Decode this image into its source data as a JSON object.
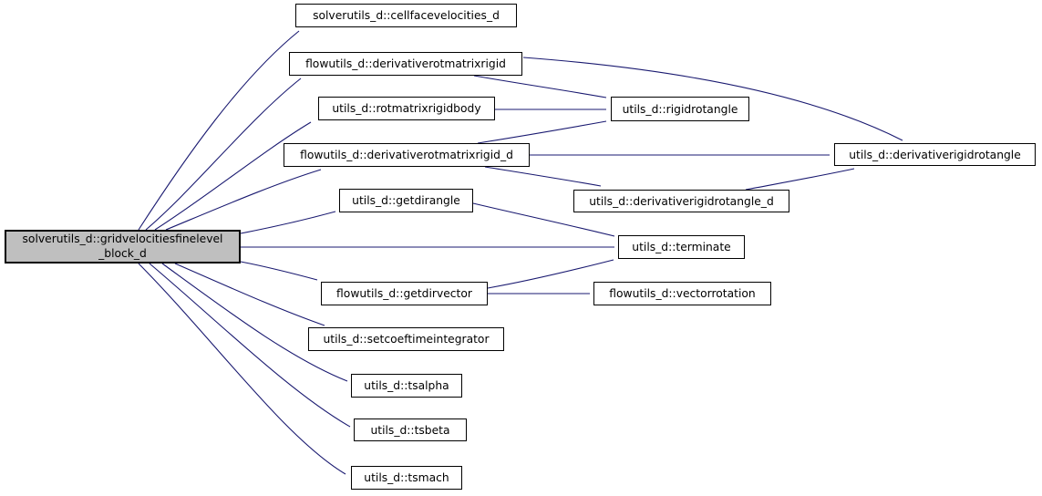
{
  "diagram": {
    "type": "call-graph",
    "colors": {
      "edge": "#191970",
      "node_border": "#000000",
      "node_fill": "#ffffff",
      "focus_node_fill": "#bfbfbf",
      "text": "#000000",
      "background": "#ffffff"
    },
    "nodes": {
      "main": {
        "label": "solverutils_d::gridvelocitiesfinelevel_block_d",
        "label_lines": [
          "solverutils_d::gridvelocitiesfinelevel",
          "_block_d"
        ],
        "highlighted": true
      },
      "cellfacevelocities_d": {
        "label": "solverutils_d::cellfacevelocities_d"
      },
      "derivativerotmatrixrigid": {
        "label": "flowutils_d::derivativerotmatrixrigid"
      },
      "rotmatrixrigidbody": {
        "label": "utils_d::rotmatrixrigidbody"
      },
      "derivativerotmatrixrigid_d": {
        "label": "flowutils_d::derivativerotmatrixrigid_d"
      },
      "getdirangle": {
        "label": "utils_d::getdirangle"
      },
      "terminate": {
        "label": "utils_d::terminate"
      },
      "getdirvector": {
        "label": "flowutils_d::getdirvector"
      },
      "setcoeftimeintegrator": {
        "label": "utils_d::setcoeftimeintegrator"
      },
      "tsalpha": {
        "label": "utils_d::tsalpha"
      },
      "tsbeta": {
        "label": "utils_d::tsbeta"
      },
      "tsmach": {
        "label": "utils_d::tsmach"
      },
      "rigidrotangle": {
        "label": "utils_d::rigidrotangle"
      },
      "derivativerigidrotangle": {
        "label": "utils_d::derivativerigidrotangle"
      },
      "derivativerigidrotangle_d": {
        "label": "utils_d::derivativerigidrotangle_d"
      },
      "vectorrotation": {
        "label": "flowutils_d::vectorrotation"
      }
    },
    "edges": [
      {
        "from": "main",
        "to": "cellfacevelocities_d"
      },
      {
        "from": "main",
        "to": "derivativerotmatrixrigid"
      },
      {
        "from": "main",
        "to": "rotmatrixrigidbody"
      },
      {
        "from": "main",
        "to": "derivativerotmatrixrigid_d"
      },
      {
        "from": "main",
        "to": "getdirangle"
      },
      {
        "from": "main",
        "to": "terminate"
      },
      {
        "from": "main",
        "to": "getdirvector"
      },
      {
        "from": "main",
        "to": "setcoeftimeintegrator"
      },
      {
        "from": "main",
        "to": "tsalpha"
      },
      {
        "from": "main",
        "to": "tsbeta"
      },
      {
        "from": "main",
        "to": "tsmach"
      },
      {
        "from": "derivativerotmatrixrigid",
        "to": "rigidrotangle"
      },
      {
        "from": "derivativerotmatrixrigid",
        "to": "derivativerigidrotangle"
      },
      {
        "from": "rotmatrixrigidbody",
        "to": "rigidrotangle"
      },
      {
        "from": "derivativerotmatrixrigid_d",
        "to": "rigidrotangle"
      },
      {
        "from": "derivativerotmatrixrigid_d",
        "to": "derivativerigidrotangle"
      },
      {
        "from": "derivativerotmatrixrigid_d",
        "to": "derivativerigidrotangle_d"
      },
      {
        "from": "derivativerigidrotangle_d",
        "to": "derivativerigidrotangle"
      },
      {
        "from": "getdirangle",
        "to": "terminate"
      },
      {
        "from": "getdirvector",
        "to": "terminate"
      },
      {
        "from": "getdirvector",
        "to": "vectorrotation"
      }
    ]
  }
}
